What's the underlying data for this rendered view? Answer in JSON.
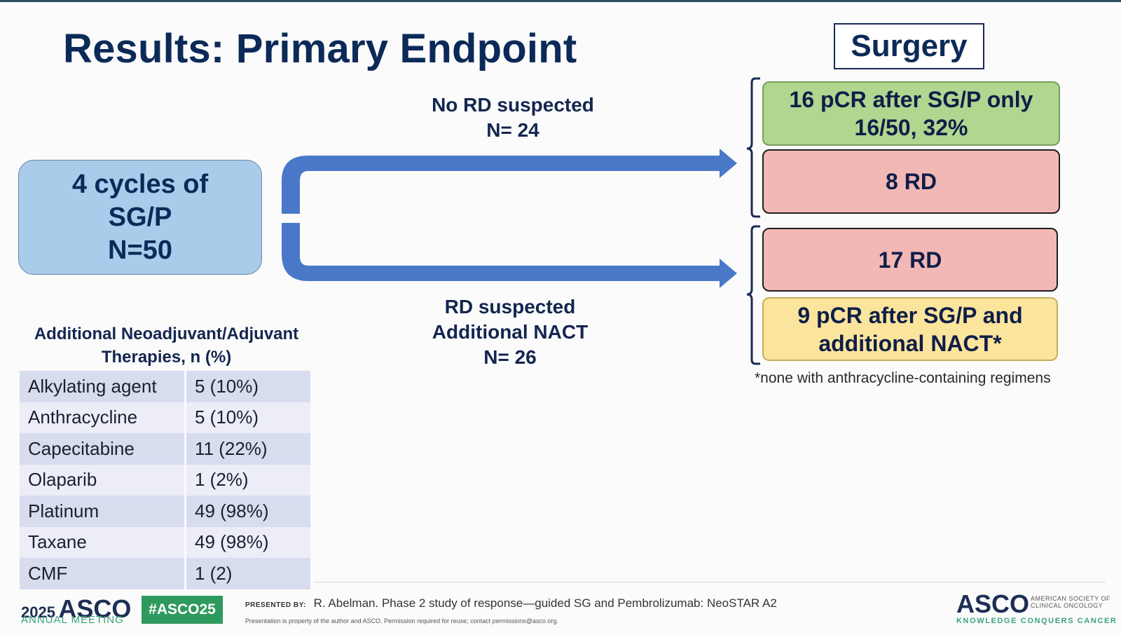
{
  "slide": {
    "title": "Results: Primary Endpoint",
    "surgery_label": "Surgery"
  },
  "start": {
    "line1": "4 cycles of",
    "line2": "SG/P",
    "line3": "N=50"
  },
  "branches": {
    "upper": {
      "line1": "No RD suspected",
      "line2": "N= 24"
    },
    "lower": {
      "line1": "RD suspected",
      "line2": "Additional NACT",
      "line3": "N= 26"
    }
  },
  "outcomes": {
    "pcr_sgp": {
      "line1": "16 pCR after SG/P only",
      "line2": "16/50, 32%"
    },
    "rd_upper": {
      "line1": "8 RD"
    },
    "rd_lower": {
      "line1": "17 RD"
    },
    "pcr_nact": {
      "line1": "9 pCR after SG/P and",
      "line2": "additional NACT*"
    }
  },
  "footnote": "*none with anthracycline-containing regimens",
  "therapies": {
    "title_line1": "Additional Neoadjuvant/Adjuvant",
    "title_line2": "Therapies, n (%)",
    "rows": [
      {
        "name": "Alkylating agent",
        "value": "5 (10%)"
      },
      {
        "name": "Anthracycline",
        "value": "5 (10%)"
      },
      {
        "name": "Capecitabine",
        "value": "11 (22%)"
      },
      {
        "name": "Olaparib",
        "value": "1 (2%)"
      },
      {
        "name": "Platinum",
        "value": "49 (98%)"
      },
      {
        "name": "Taxane",
        "value": "49 (98%)"
      },
      {
        "name": "CMF",
        "value": "1 (2)"
      }
    ]
  },
  "footer": {
    "meeting_year": "2025",
    "meeting_org": "ASCO",
    "meeting_sub": "ANNUAL MEETING",
    "hashtag": "#ASCO25",
    "presented_by_label": "PRESENTED BY:",
    "presented_by_text": "R. Abelman. Phase 2 study of response—guided SG and Pembrolizumab: NeoSTAR A2",
    "disclaimer": "Presentation is property of the author and ASCO. Permission required for reuse; contact permissions@asco.org.",
    "org_logo": "ASCO",
    "org_name": "AMERICAN SOCIETY OF CLINICAL ONCOLOGY",
    "org_tagline": "KNOWLEDGE CONQUERS CANCER"
  },
  "colors": {
    "title": "#0c2a58",
    "start_box": "#a9cceb",
    "arrow": "#4a78c9",
    "pcr_green": "#b0d690",
    "rd_red": "#f2b8b5",
    "pcr_yellow": "#fbe59c",
    "hashtag_bg": "#2f9a5e"
  }
}
